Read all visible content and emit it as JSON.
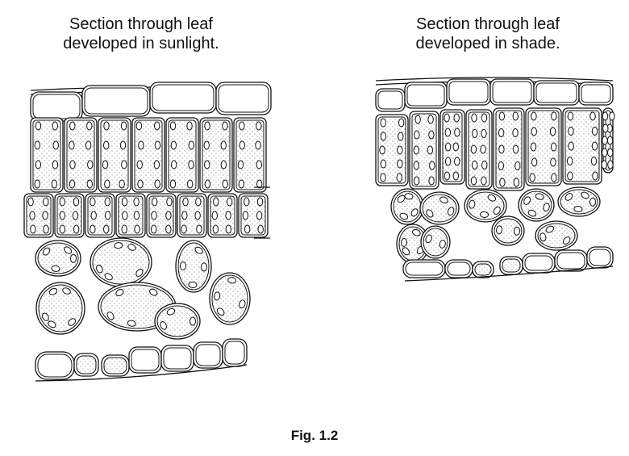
{
  "figure": {
    "left_title_line1": "Section through leaf",
    "left_title_line2": "developed in sunlight.",
    "right_title_line1": "Section through leaf",
    "right_title_line2": "developed in shade.",
    "caption": "Fig. 1.2"
  }
}
